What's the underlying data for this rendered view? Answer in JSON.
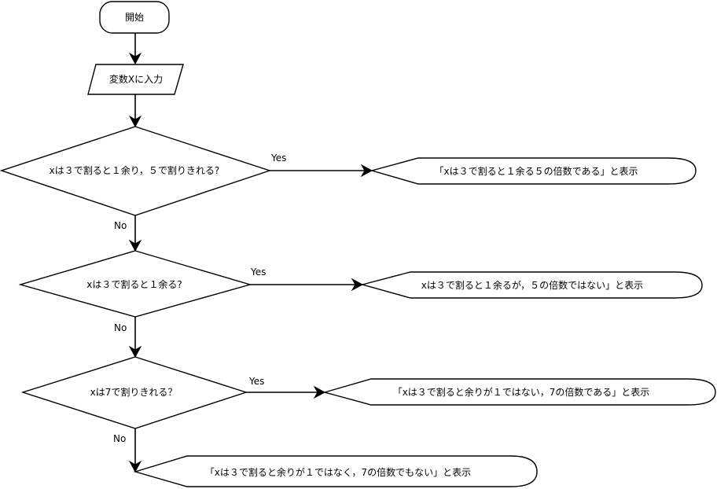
{
  "nodes": {
    "start": {
      "label": "開始"
    },
    "input": {
      "label": "変数Xに入力"
    },
    "decision1": {
      "label": "xは３で割ると１余り，５で割りきれる?"
    },
    "output1": {
      "label": "「xは３で割ると１余る５の倍数である」と表示"
    },
    "decision2": {
      "label": "xは３で割ると１余る?"
    },
    "output2": {
      "label": "xは３で割ると１余るが，５の倍数ではない」と表示"
    },
    "decision3": {
      "label": "xは7で割りきれる？"
    },
    "output3": {
      "label": "「xは３で割ると余りが１ではない，7の倍数である」と表示"
    },
    "output4": {
      "label": "「xは３で割ると余りが１ではなく，7の倍数でもない」と表示"
    }
  },
  "edges": {
    "d1_yes": "Yes",
    "d1_no": "No",
    "d2_yes": "Yes",
    "d2_no": "No",
    "d3_yes": "Yes",
    "d3_no": "No"
  }
}
